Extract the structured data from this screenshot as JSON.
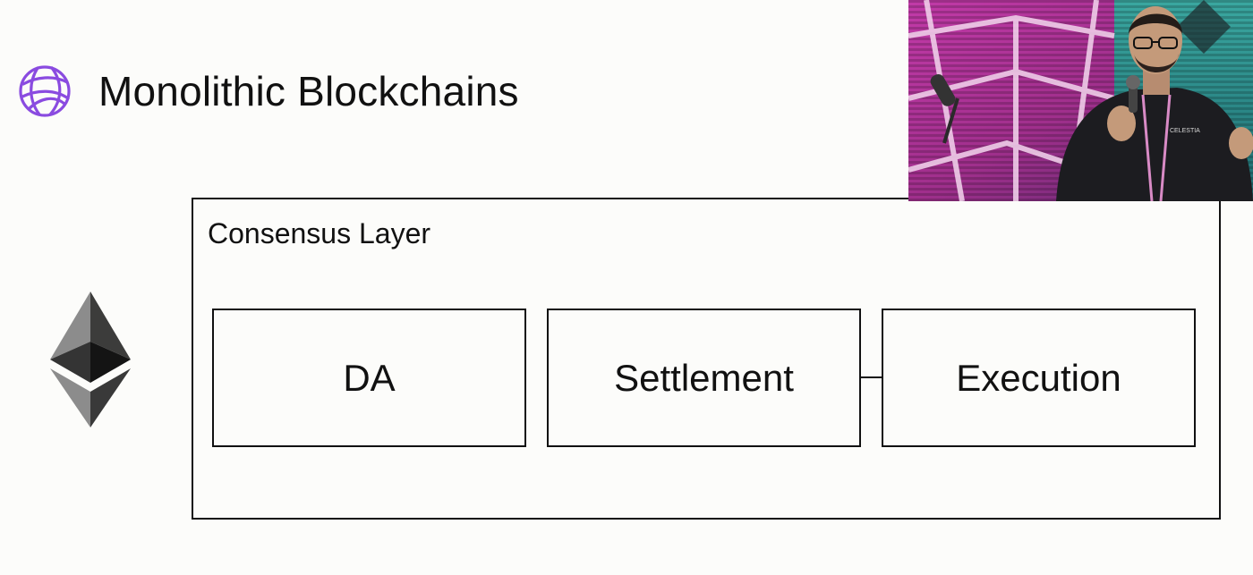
{
  "slide": {
    "title": "Monolithic Blockchains",
    "diagram": {
      "outer_label": "Consensus Layer",
      "layers": [
        {
          "label": "DA"
        },
        {
          "label": "Settlement"
        },
        {
          "label": "Execution"
        }
      ]
    }
  },
  "icons": {
    "brand_logo": "globe-lines-icon",
    "chain_logo": "ethereum-icon"
  },
  "colors": {
    "brand_purple": "#8a4be0",
    "box_border": "#111111",
    "background": "#fcfcfa"
  },
  "speaker_video": {
    "badge_text": "CELESTIA"
  }
}
